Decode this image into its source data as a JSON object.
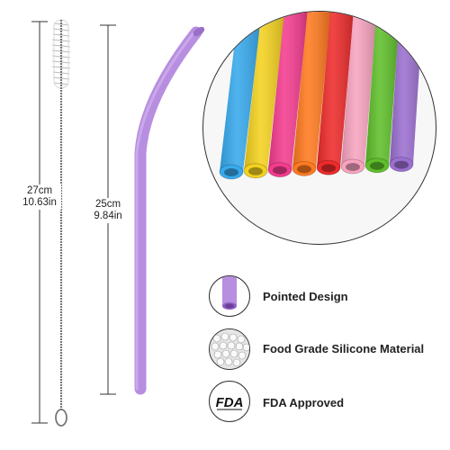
{
  "dimensions": {
    "brush_length_cm": "27cm",
    "brush_length_in": "10.63in",
    "straw_length_cm": "25cm",
    "straw_length_in": "9.84in"
  },
  "features": [
    {
      "icon": "pointed-straw-tip-icon",
      "label": "Pointed Design"
    },
    {
      "icon": "silicone-beads-icon",
      "label": "Food Grade Silicone Material"
    },
    {
      "icon": "fda-logo-icon",
      "label": "FDA Approved",
      "logo_text": "FDA"
    }
  ],
  "colors": {
    "straw_purple": "#b78ee0",
    "straw_colors": [
      "#37a9ec",
      "#f4d21f",
      "#f43c8f",
      "#ff7a1f",
      "#ee2b2b",
      "#f7a3bf",
      "#5fbf2a",
      "#9b6fd0"
    ]
  }
}
